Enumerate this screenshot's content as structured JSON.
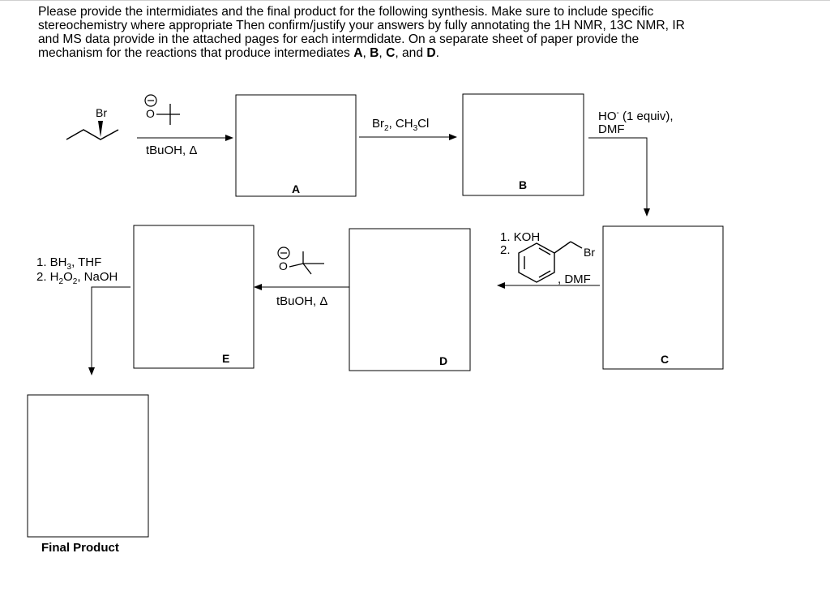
{
  "instructions": {
    "line1": "Please provide the intermidiates and the final product for the following synthesis. Make sure to include specific",
    "line2": "stereochemistry where appropriate Then confirm/justify your answers by fully annotating the 1H NMR, 13C NMR, IR",
    "line3": "and MS data provide in the attached pages for each intermdidate. On a separate sheet of paper provide the",
    "line4_prefix": "mechanism for the reactions that produce intermediates ",
    "A": "A",
    "sep1": ", ",
    "B": "B",
    "sep2": ", ",
    "C": "C",
    "sep3": ", and ",
    "D": "D",
    "end": "."
  },
  "start_material": {
    "bromo_label": "Br"
  },
  "step1": {
    "base_oxygen": "O",
    "conditions": "tBuOH, Δ"
  },
  "step2": {
    "reagent_main": "Br",
    "reagent_sub1": "2",
    "reagent_mid": ", CH",
    "reagent_sub2": "3",
    "reagent_end": "Cl"
  },
  "step3": {
    "reagent_line1_a": "HO",
    "reagent_line1_sup": "-",
    "reagent_line1_b": " (1 equiv),",
    "reagent_line2": "DMF"
  },
  "step4": {
    "line1": "1. KOH",
    "line2": "2.",
    "benzyl_br": "Br",
    "dmf": ", DMF"
  },
  "step5": {
    "base_oxygen": "O",
    "conditions": "tBuOH, Δ"
  },
  "step6": {
    "line1_a": "1. BH",
    "line1_sub": "3",
    "line1_b": ", THF",
    "line2_a": "2. H",
    "line2_sub1": "2",
    "line2_b": "O",
    "line2_sub2": "2",
    "line2_c": ", NaOH"
  },
  "boxes": {
    "A": "A",
    "B": "B",
    "C": "C",
    "D": "D",
    "E": "E",
    "final": "Final Product"
  }
}
